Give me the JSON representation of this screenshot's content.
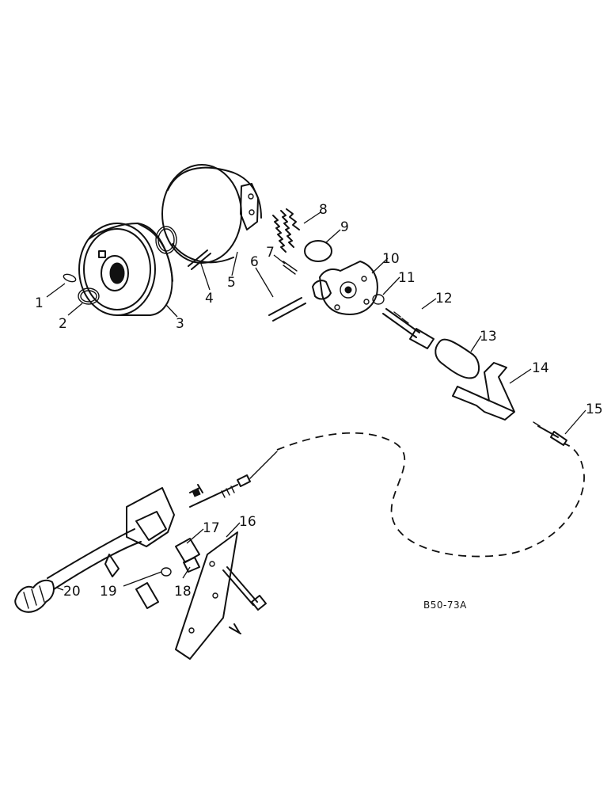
{
  "diagram": {
    "reference_code": "B50-73A",
    "callouts": [
      "1",
      "2",
      "3",
      "4",
      "5",
      "6",
      "7",
      "8",
      "9",
      "10",
      "11",
      "12",
      "13",
      "14",
      "15",
      "16",
      "17",
      "18",
      "19",
      "20"
    ]
  }
}
